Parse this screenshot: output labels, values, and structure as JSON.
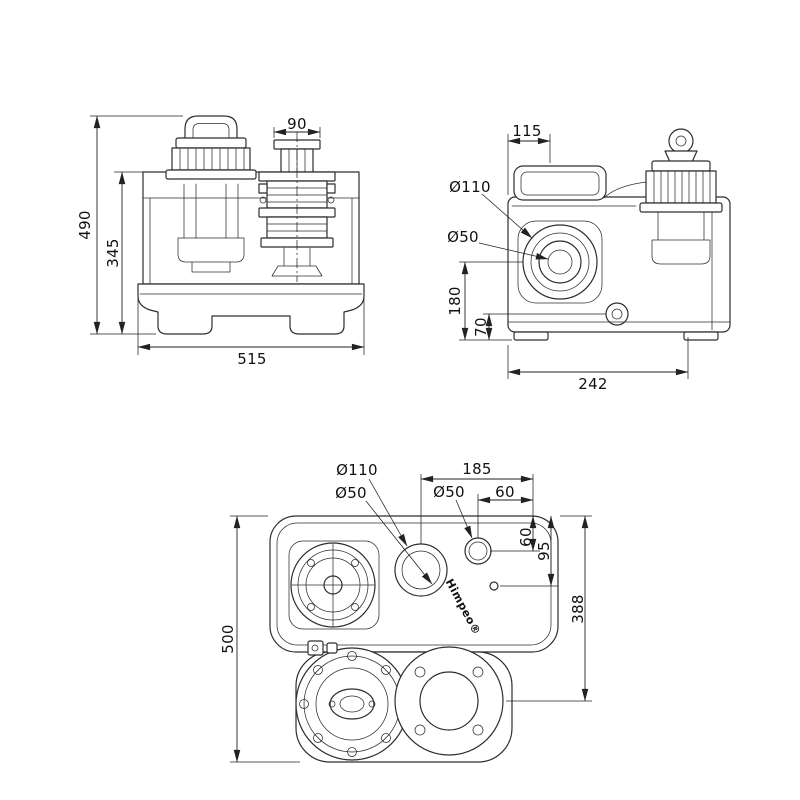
{
  "front": {
    "overall_height": "490",
    "body_height": "345",
    "outlet_port_width": "90",
    "overall_width": "515"
  },
  "side": {
    "inlet_offset": "115",
    "inlet_flange_diameter": "Ø110",
    "inlet_diameter": "Ø50",
    "inlet_center_height": "180",
    "drain_center_height": "70",
    "base_depth": "242"
  },
  "top": {
    "vent_flange_diameter": "Ø110",
    "vent_diameter": "Ø50",
    "port_offset": "185",
    "side_inlet_diameter": "Ø50",
    "side_inlet_offset": "60",
    "side_inlet_depth": "60",
    "cable_gland_depth": "95",
    "discharge_center_depth": "388",
    "overall_depth": "500",
    "brand": "Himpeo®"
  }
}
